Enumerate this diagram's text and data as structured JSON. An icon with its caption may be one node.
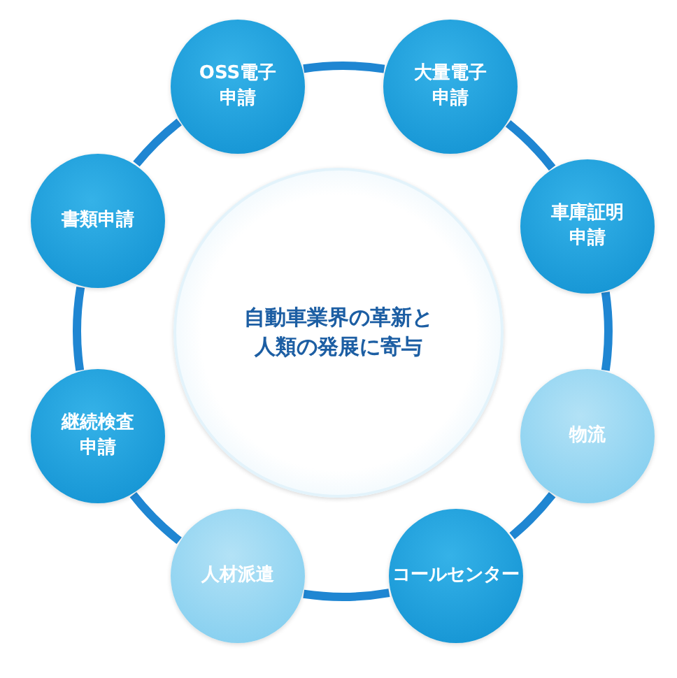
{
  "diagram": {
    "nodes": [
      {
        "text": [
          "OSS電子申請"
        ]
      },
      {
        "text": [
          "大量電子申請"
        ]
      },
      {
        "text": [
          "車庫証明申請"
        ]
      },
      {
        "text": [
          "物流"
        ]
      },
      {
        "text": [
          "コールセンター"
        ]
      },
      {
        "text": [
          "人材派遣"
        ]
      },
      {
        "text": [
          "継続検査申請"
        ]
      },
      {
        "text": [
          "書類申請"
        ]
      },
      {
        "text": [
          "自動車業界の革新と人類の発展に寄与"
        ]
      }
    ],
    "edges": [
      {
        "from": 0,
        "to": 1,
        "arrow": "none"
      },
      {
        "from": 1,
        "to": 2,
        "arrow": "none"
      },
      {
        "from": 2,
        "to": 3,
        "arrow": "none"
      },
      {
        "from": 3,
        "to": 4,
        "arrow": "none"
      },
      {
        "from": 4,
        "to": 5,
        "arrow": "none"
      },
      {
        "from": 5,
        "to": 6,
        "arrow": "none"
      },
      {
        "from": 6,
        "to": 7,
        "arrow": "none"
      },
      {
        "from": 7,
        "to": 0,
        "arrow": "none"
      }
    ]
  }
}
